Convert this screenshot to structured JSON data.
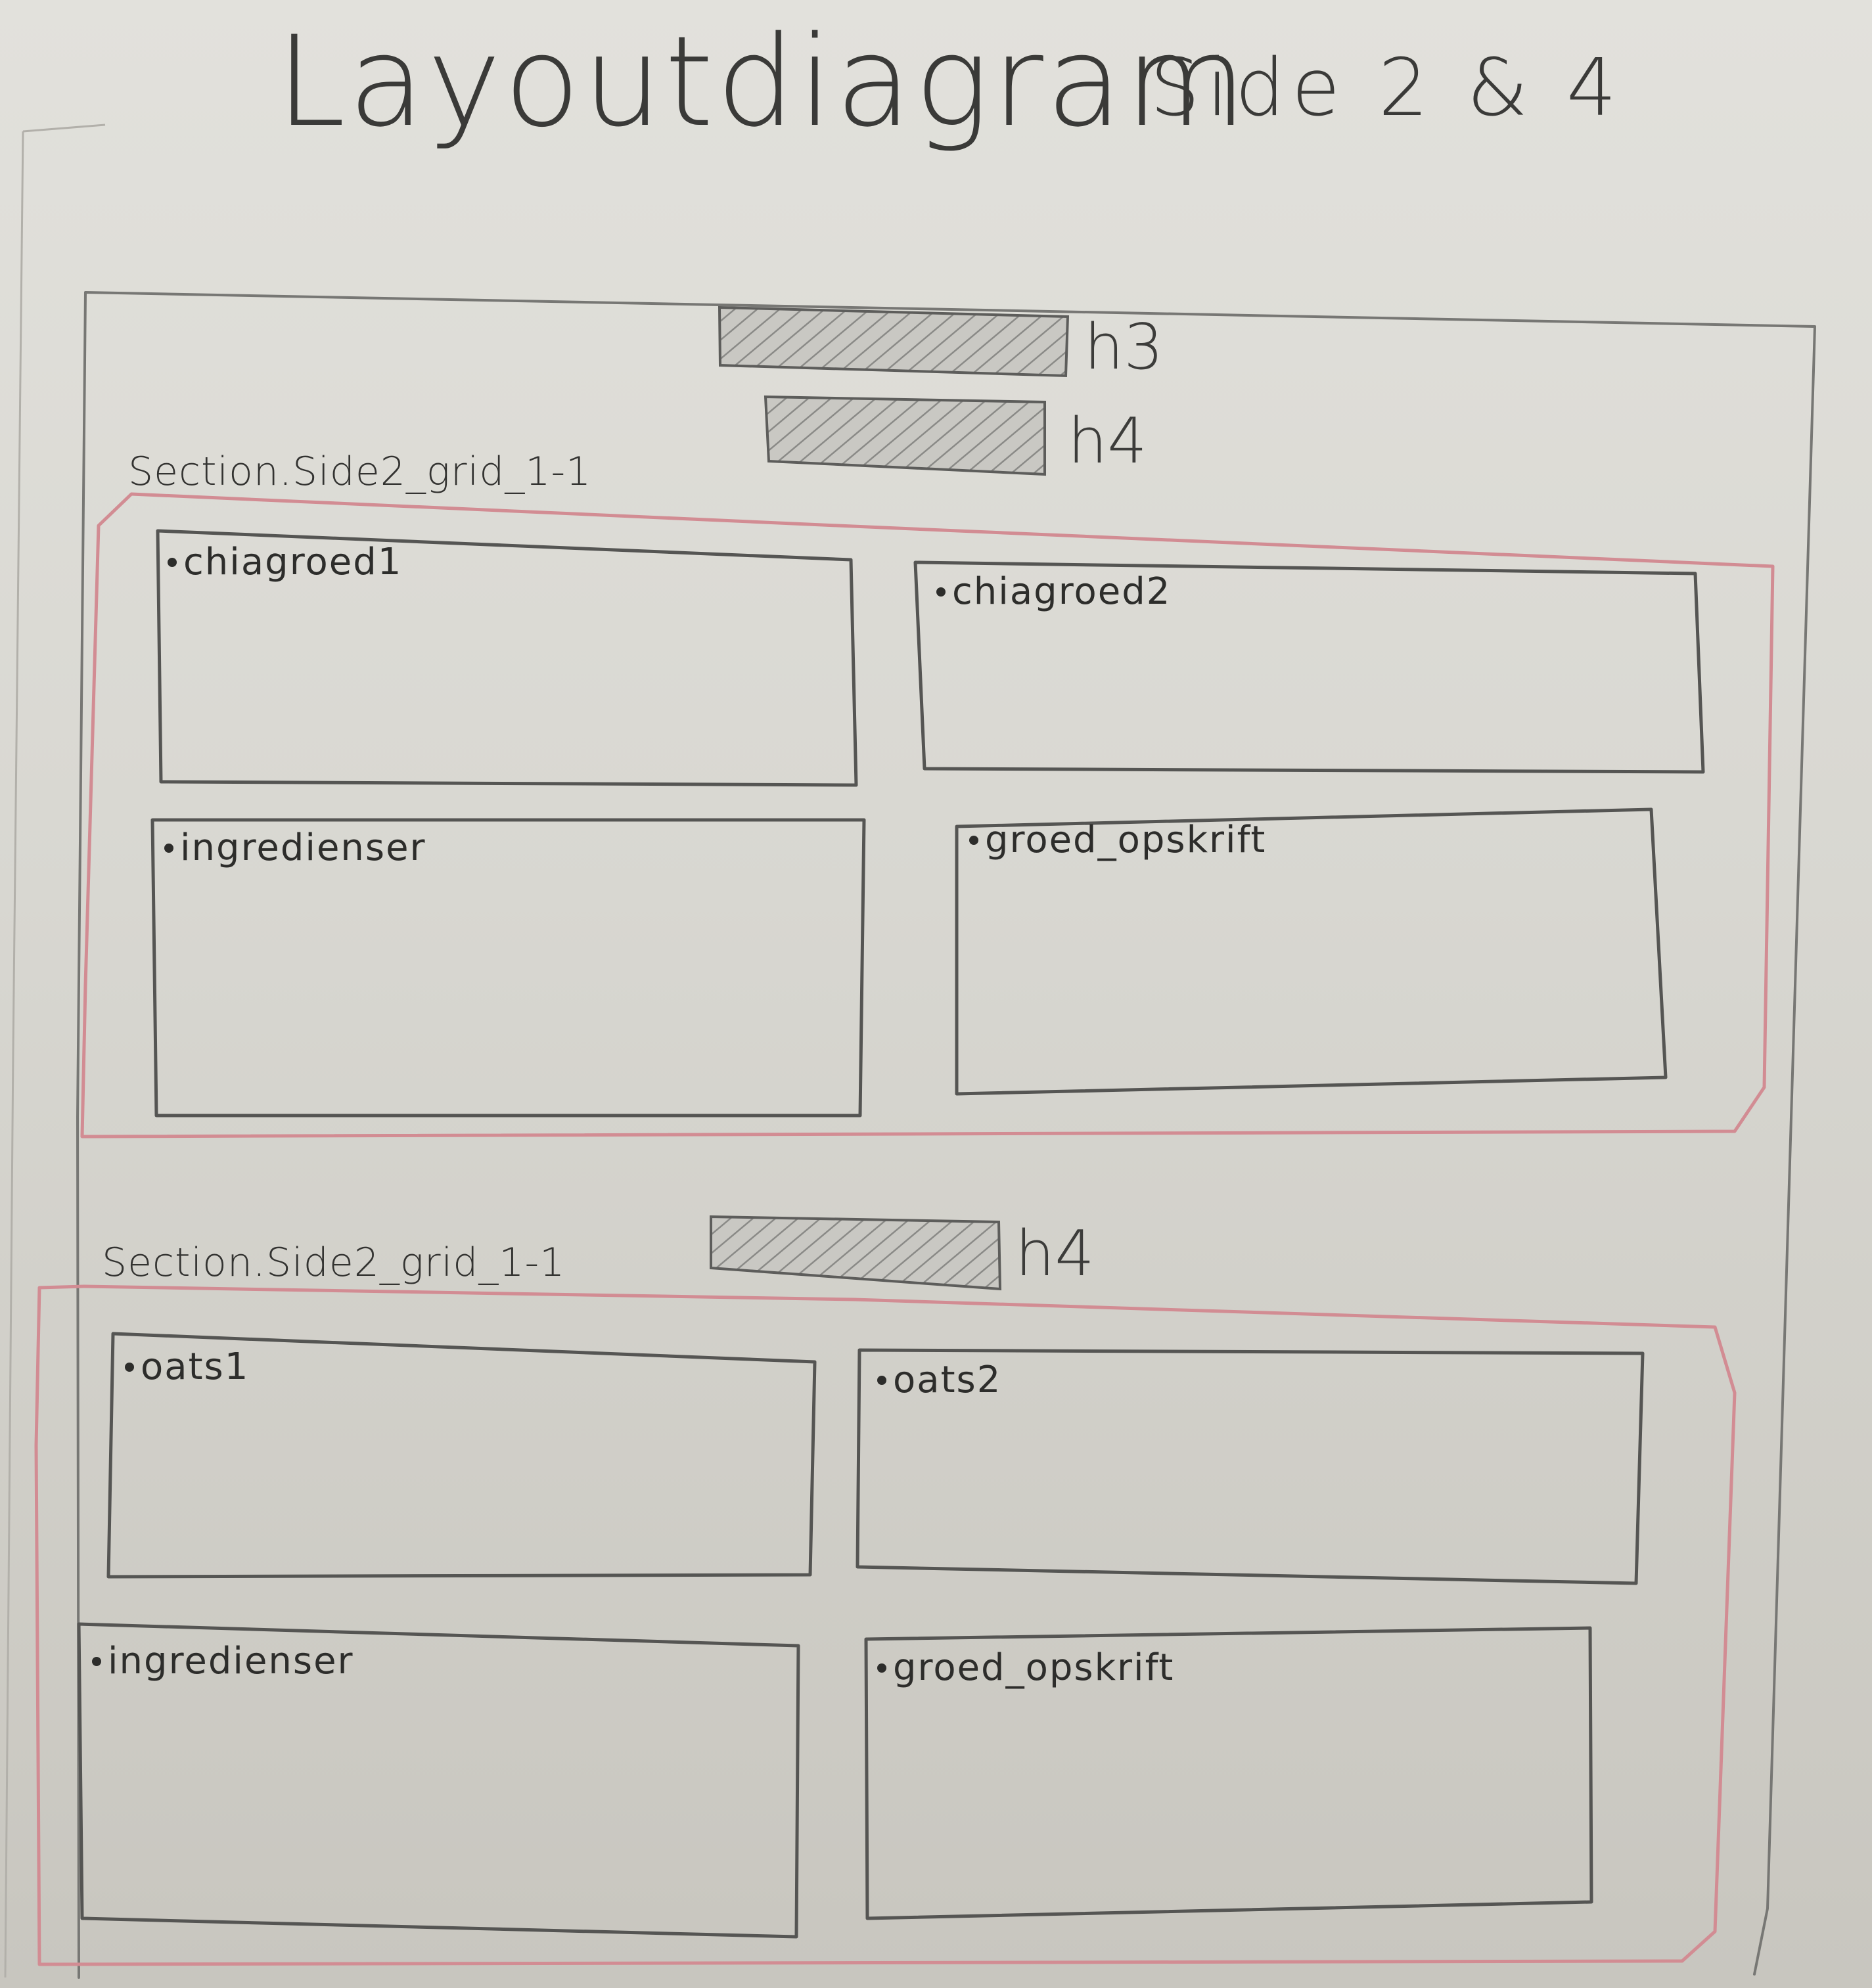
{
  "page": {
    "title": "Layoutdiagram",
    "subtitle": "Side 2 & 4"
  },
  "tags": {
    "h3": "h3",
    "h4_top": "h4",
    "h4_bottom": "h4"
  },
  "sections": [
    {
      "name": "Section.Side2_grid_1-1",
      "cards": [
        "chiagroed1",
        "chiagroed2",
        "ingredienser",
        "groed_opskrift"
      ]
    },
    {
      "name": "Section.Side2_grid_1-1",
      "cards": [
        "oats1",
        "oats2",
        "ingredienser",
        "groed_opskrift"
      ]
    }
  ],
  "colors": {
    "section_outline": "#d28c93",
    "pencil": "#555553",
    "paper": "#dcdbd6"
  }
}
